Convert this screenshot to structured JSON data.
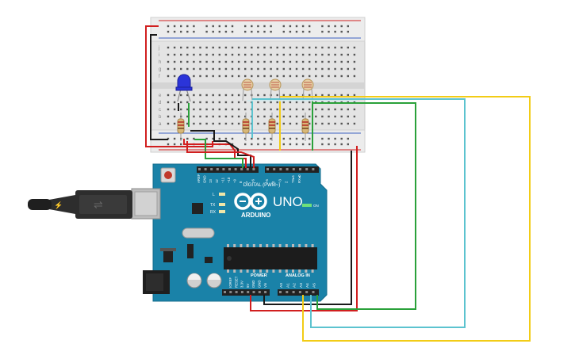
{
  "arduino": {
    "brand_text": "ARDUINO",
    "model_text": "UNO",
    "digital_header_label": "DIGITAL (PWM~)",
    "power_label": "POWER",
    "analog_label": "ANALOG IN",
    "on_label": "ON",
    "led_labels": [
      "L",
      "TX",
      "RX"
    ],
    "digital_pins": [
      "AREF",
      "GND",
      "13",
      "12",
      "~11",
      "~10",
      "~9",
      "8",
      "7",
      "~6",
      "~5",
      "4",
      "~3",
      "2",
      "TX▸1",
      "RX◂0"
    ],
    "power_pins": [
      "IOREF",
      "RESET",
      "3.3V",
      "5V",
      "GND",
      "GND",
      "Vin"
    ],
    "analog_pins": [
      "A0",
      "A1",
      "A2",
      "A3",
      "A4",
      "A5"
    ]
  },
  "breadboard": {
    "row_letters_top": [
      "j",
      "i",
      "h",
      "g",
      "f"
    ],
    "row_letters_bottom": [
      "e",
      "d",
      "c",
      "b",
      "a"
    ],
    "column_count": 30
  },
  "components": {
    "led_color": "#2b34d9",
    "photoresistor_count": 3,
    "resistor_count": 4
  },
  "wire_colors": {
    "red": "#d11f1f",
    "black": "#1a1a1a",
    "green": "#2aa13a",
    "yellow": "#f2cc16",
    "cyan": "#5cc3cf"
  }
}
